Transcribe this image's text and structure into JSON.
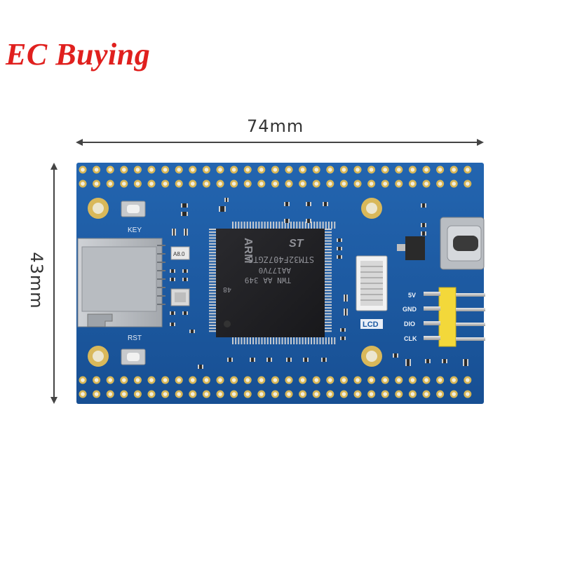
{
  "brand": {
    "text": "EC Buying",
    "color": "#e0201e"
  },
  "dimensions": {
    "width_label": "74mm",
    "height_label": "43mm"
  },
  "board": {
    "pcb_color": "#1c5aa3",
    "labels": {
      "key": "KEY",
      "rst": "RST",
      "lcd": "LCD",
      "pins": [
        "5V",
        "GND",
        "DIO",
        "CLK"
      ],
      "chip_brand": "ARM",
      "chip_part": "STM32F407ZGT6",
      "chip_line2": "AA177V0",
      "chip_line3": "TWN AA 349",
      "chip_line4": "48",
      "crystal": "A8.0"
    }
  }
}
